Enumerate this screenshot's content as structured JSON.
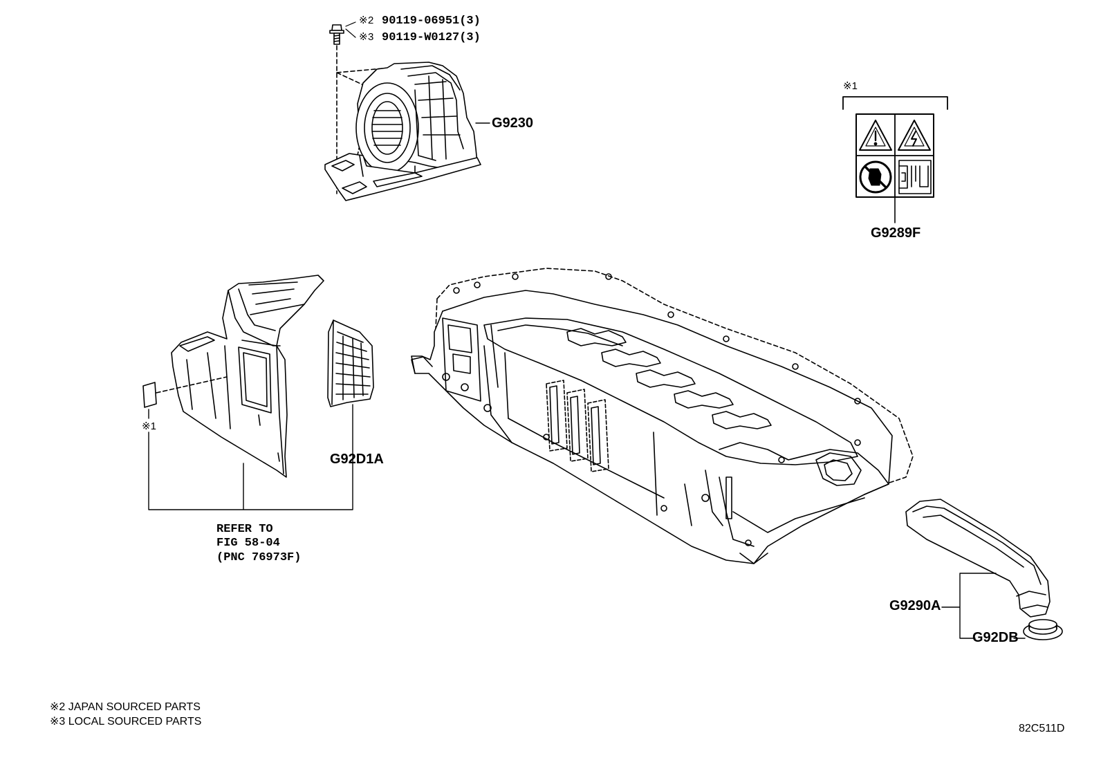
{
  "parts": {
    "blower": "G9230",
    "caution_label": "G9289F",
    "duct_left": "G92D1A",
    "duct_right": "G9290A",
    "grommet": "G92DB"
  },
  "bolts": {
    "mark_2": "※2",
    "part_2": "90119-06951(3)",
    "mark_3": "※3",
    "part_3": "90119-W0127(3)"
  },
  "marks": {
    "label_group": "※1",
    "sticker": "※1"
  },
  "refer": {
    "line1": "REFER TO",
    "line2": "FIG 58-04",
    "line3": "(PNC 76973F)"
  },
  "notes": {
    "japan": "※2 JAPAN SOURCED PARTS",
    "local": "※3 LOCAL SOURCED PARTS"
  },
  "figure_code": "82C511D",
  "icons": [
    "warning-triangle-icon",
    "high-voltage-icon",
    "no-disassembly-icon",
    "battery-module-icon"
  ]
}
